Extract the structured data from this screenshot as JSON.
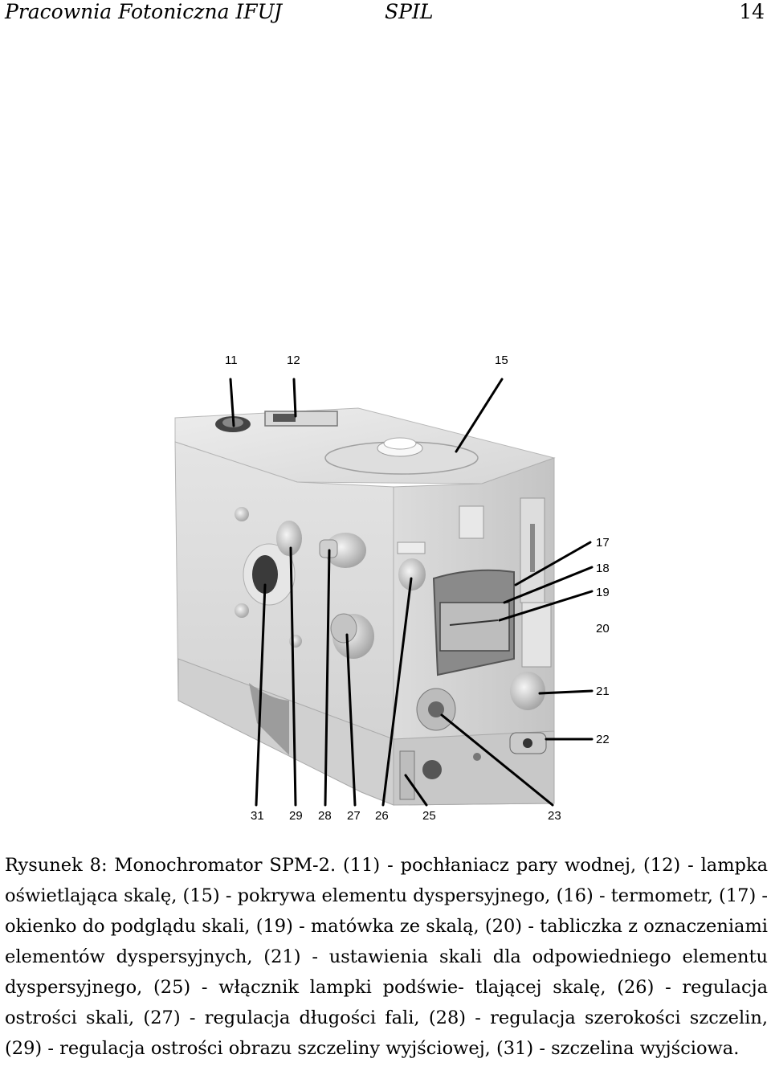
{
  "header": {
    "left": "Pracownia Fotoniczna IFUJ",
    "center": "SPIL",
    "page_number": "14"
  },
  "figure": {
    "labels": {
      "l11": "11",
      "l12": "12",
      "l15": "15",
      "l17": "17",
      "l18": "18",
      "l19": "19",
      "l20": "20",
      "l21": "21",
      "l22": "22",
      "l31": "31",
      "l29": "29",
      "l28": "28",
      "l27": "27",
      "l26": "26",
      "l25": "25",
      "l23": "23"
    }
  },
  "caption": {
    "line1": "Rysunek 8: Monochromator SPM-2. (11) - pochłaniacz pary wodnej, (12)",
    "line2": "- lampka oświetlająca skalę, (15) - pokrywa elementu dyspersyjnego, (16) -",
    "line3": "termometr, (17) - okienko do podglądu skali, (19) - matówka ze skalą, (20)",
    "line4": "- tabliczka z oznaczeniami elementów dyspersyjnych, (21) - ustawienia skali",
    "line5": "dla odpowiedniego elementu dyspersyjnego, (25) - włącznik lampki podświe-",
    "line6": "tlającej skalę, (26) - regulacja ostrości skali, (27) - regulacja długości fali,",
    "line7": "(28) - regulacja szerokości szczelin, (29) - regulacja ostrości obrazu szczeliny",
    "line8": "wyjściowej, (31) - szczelina wyjściowa."
  }
}
